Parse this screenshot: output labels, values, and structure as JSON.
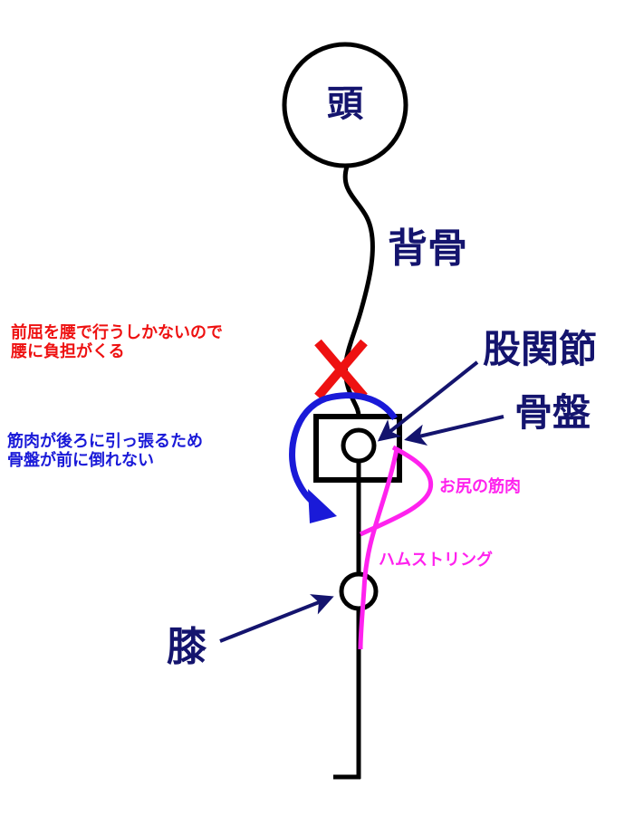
{
  "labels": {
    "head": "頭",
    "spine": "背骨",
    "hip_joint": "股関節",
    "pelvis": "骨盤",
    "knee": "膝",
    "glutes": "お尻の筋肉",
    "hamstrings": "ハムストリング",
    "lumbar_note": [
      "前屈を腰で行うしかないので",
      "腰に負担がくる"
    ],
    "muscle_note": [
      "筋肉が後ろに引っ張るため",
      "骨盤が前に倒れない"
    ]
  },
  "colors": {
    "navy": "#14146e",
    "red": "#ee1111",
    "blue": "#1a1ad8",
    "magenta": "#ff22ee",
    "black": "#000000"
  }
}
